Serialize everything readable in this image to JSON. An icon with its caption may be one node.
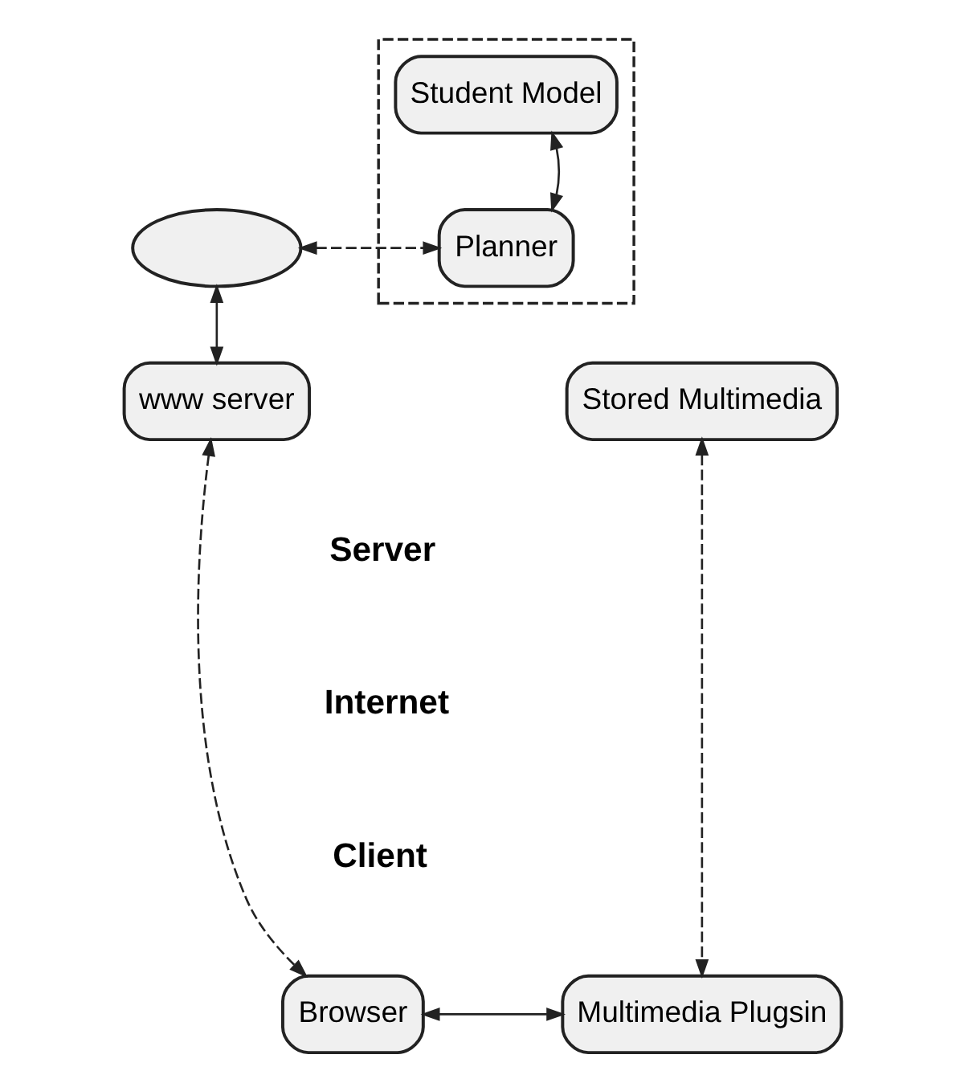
{
  "diagram": {
    "nodes": [
      {
        "text": [],
        "shape": "box"
      },
      {
        "text": [
          "Student Model"
        ],
        "in": 0
      },
      {
        "text": [],
        "shape": "ellipse"
      },
      {
        "text": [
          "Planner"
        ],
        "in": 0
      },
      {
        "text": [
          "www server"
        ]
      },
      {
        "text": [
          "Stored Multimedia"
        ]
      },
      {
        "text": [
          "Browser"
        ]
      },
      {
        "text": [
          "Multimedia Plugsin"
        ]
      }
    ],
    "edges": [
      {
        "from": 3,
        "to": 1,
        "arrow": "both"
      },
      {
        "from": 2,
        "to": 3,
        "arrow": "both",
        "style": "dashed"
      },
      {
        "from": 2,
        "to": 4,
        "arrow": "both"
      },
      {
        "from": 4,
        "to": 6,
        "arrow": "both",
        "style": "dashed"
      },
      {
        "from": 5,
        "to": 7,
        "arrow": "both",
        "style": "dashed"
      },
      {
        "from": 6,
        "to": 7,
        "arrow": "both"
      }
    ],
    "labels": [
      "Server",
      "Internet",
      "Client"
    ]
  }
}
